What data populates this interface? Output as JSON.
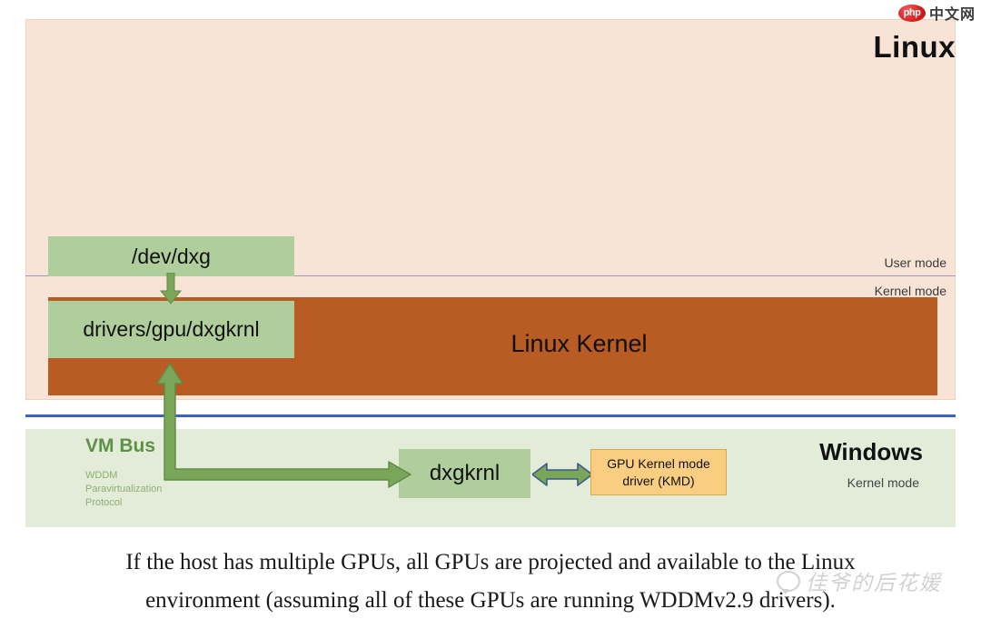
{
  "watermarks": {
    "top_right": {
      "badge": "php",
      "text": "中文网"
    },
    "bottom_right": {
      "text": "佳爷的后花媛"
    }
  },
  "linux_panel": {
    "title": "Linux",
    "mode_labels": {
      "user": "User mode",
      "kernel": "Kernel mode"
    },
    "kernel_band_label": "Linux Kernel",
    "boxes": [
      {
        "id": "dev-dxg",
        "label": "/dev/dxg"
      },
      {
        "id": "drivers-gpu-dxgkrnl",
        "label": "drivers/gpu/dxgkrnl"
      }
    ]
  },
  "windows_panel": {
    "title": "Windows",
    "subtitle": "Kernel mode",
    "vmbus": {
      "title": "VM Bus",
      "subtitle": "WDDM\nParavirtualization\nProtocol",
      "sub_lines": [
        "WDDM",
        "Paravirtualization",
        "Protocol"
      ]
    },
    "boxes": [
      {
        "id": "dxgkrnl",
        "label": "dxgkrnl"
      },
      {
        "id": "kmd",
        "label_line1": "GPU Kernel mode",
        "label_line2": "driver (KMD)"
      }
    ]
  },
  "caption": {
    "line1": "If the host has multiple GPUs, all GPUs are projected and available to the Linux",
    "line2": "environment (assuming all of these GPUs are running WDDMv2.9 drivers)."
  },
  "colors": {
    "linux_bg": "#F8E4D6",
    "kernel_band": "#B85C24",
    "green_box": "#B0CE9C",
    "windows_bg": "#E3EBD9",
    "kmd_box": "#F9CE81",
    "arrow_green": "#7AA65A",
    "separator_blue": "#4169C4",
    "mode_divider": "#9C96C4",
    "vmbus_text": "#5D9145"
  }
}
